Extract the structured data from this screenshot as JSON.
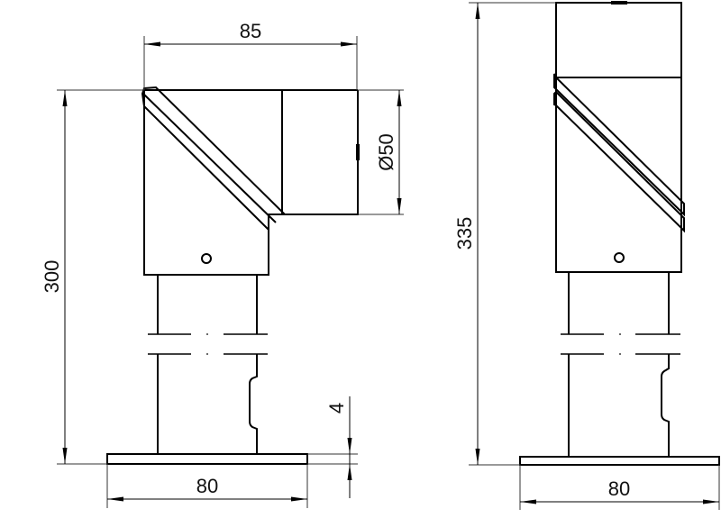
{
  "drawing": {
    "type": "technical-drawing",
    "views": [
      {
        "name": "front-view",
        "dimensions": {
          "width_top": "85",
          "diameter_outlet": "Ø50",
          "overall_height": "300",
          "base_width": "80",
          "base_thickness": "4"
        }
      },
      {
        "name": "side-view",
        "dimensions": {
          "overall_height": "335",
          "base_width": "80"
        }
      }
    ]
  },
  "front": {
    "dim_85": "85",
    "dim_50": "Ø50",
    "dim_300": "300",
    "dim_80": "80",
    "dim_4": "4"
  },
  "side": {
    "dim_335": "335",
    "dim_80": "80"
  },
  "colors": {
    "line": "#000000",
    "background": "#ffffff"
  }
}
